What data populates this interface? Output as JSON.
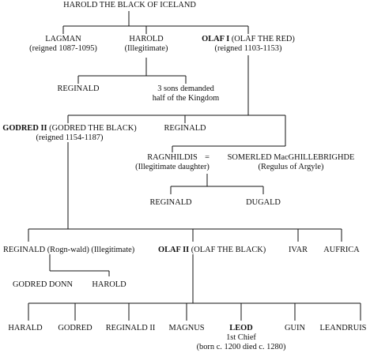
{
  "colors": {
    "line": "#111111",
    "text": "#111111",
    "background": "#ffffff"
  },
  "people": {
    "harold_iceland": {
      "name": "HAROLD THE BLACK OF ICELAND"
    },
    "lagman": {
      "name": "LAGMAN",
      "note": "(reigned 1087-1095)"
    },
    "harold_illeg": {
      "name": "HAROLD",
      "note": "(Illegitimate)"
    },
    "olaf1": {
      "name_bold": "OLAF I",
      "name_rest": " (OLAF THE RED)",
      "note": "(reigned 1103-1153)"
    },
    "reginald_a": {
      "name": "REGINALD"
    },
    "three_sons": {
      "line1": "3 sons demanded",
      "line2": "half of the Kingdom"
    },
    "godred2": {
      "name_bold": "GODRED II",
      "name_rest": " (GODRED THE BLACK)",
      "note": "(reigned 1154-1187)"
    },
    "reginald_b": {
      "name": "REGINALD"
    },
    "ragnhildis": {
      "name": "RAGNHILDIS",
      "note": "(Illegitimate daughter)"
    },
    "marriage": {
      "symbol": "="
    },
    "somerled": {
      "name": "SOMERLED MacGHILLEBRIGHDE",
      "note": "(Regulus of Argyle)"
    },
    "reginald_c": {
      "name": "REGINALD"
    },
    "dugald": {
      "name": "DUGALD"
    },
    "reginald_rogn": {
      "name": "REGINALD (Rogn-wald) (Illegitimate)"
    },
    "olaf2": {
      "name_bold": "OLAF II",
      "name_rest": " (OLAF THE BLACK)"
    },
    "ivar": {
      "name": "IVAR"
    },
    "aufrica": {
      "name": "AUFRICA"
    },
    "godred_donn": {
      "name": "GODRED DONN"
    },
    "harold_b": {
      "name": "HAROLD"
    },
    "harald": {
      "name": "HARALD"
    },
    "godred_c": {
      "name": "GODRED"
    },
    "reginald2": {
      "name": "REGINALD II"
    },
    "magnus": {
      "name": "MAGNUS"
    },
    "leod": {
      "name_bold": "LEOD",
      "line2": "1st Chief",
      "line3": "(born c. 1200 died c. 1280)"
    },
    "guin": {
      "name": "GUIN"
    },
    "leandruis": {
      "name": "LEANDRUIS"
    }
  }
}
